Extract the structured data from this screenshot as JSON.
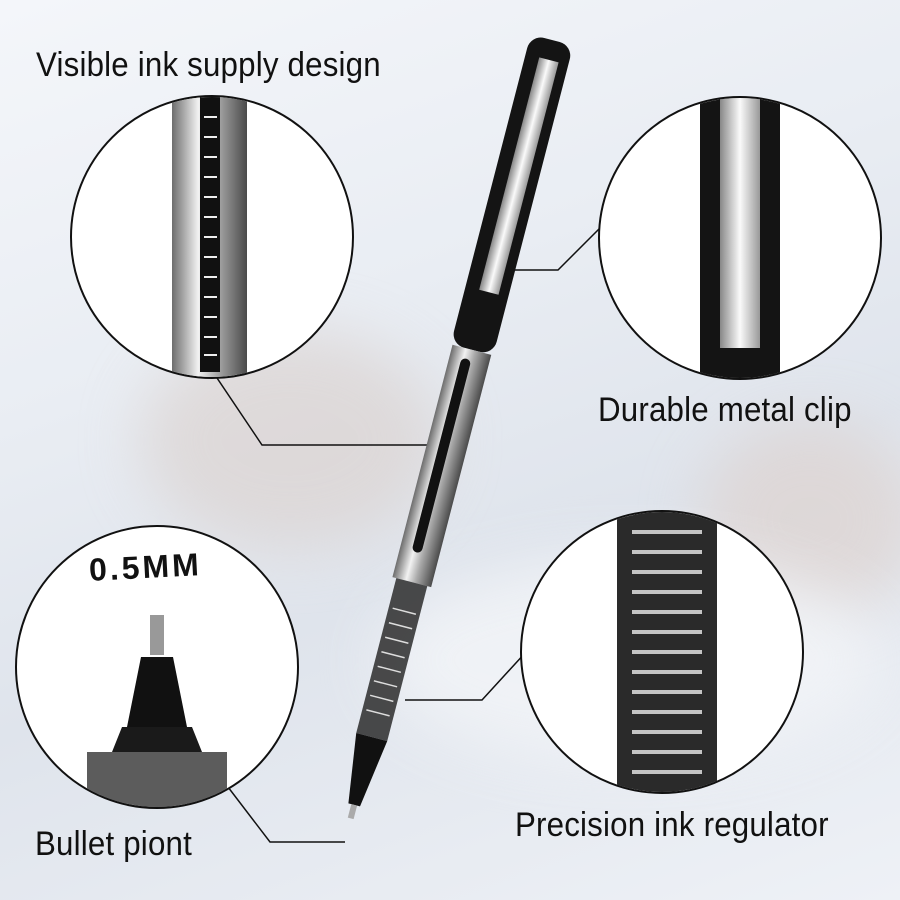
{
  "labels": {
    "ink_supply": "Visible ink supply design",
    "metal_clip": "Durable metal clip",
    "tip_size": "0.5MM",
    "bullet_point": "Bullet piont",
    "ink_regulator": "Precision ink regulator"
  },
  "colors": {
    "pen_body": "#111111",
    "barrel": "#b8b8b8",
    "background": "#e9edf3"
  }
}
